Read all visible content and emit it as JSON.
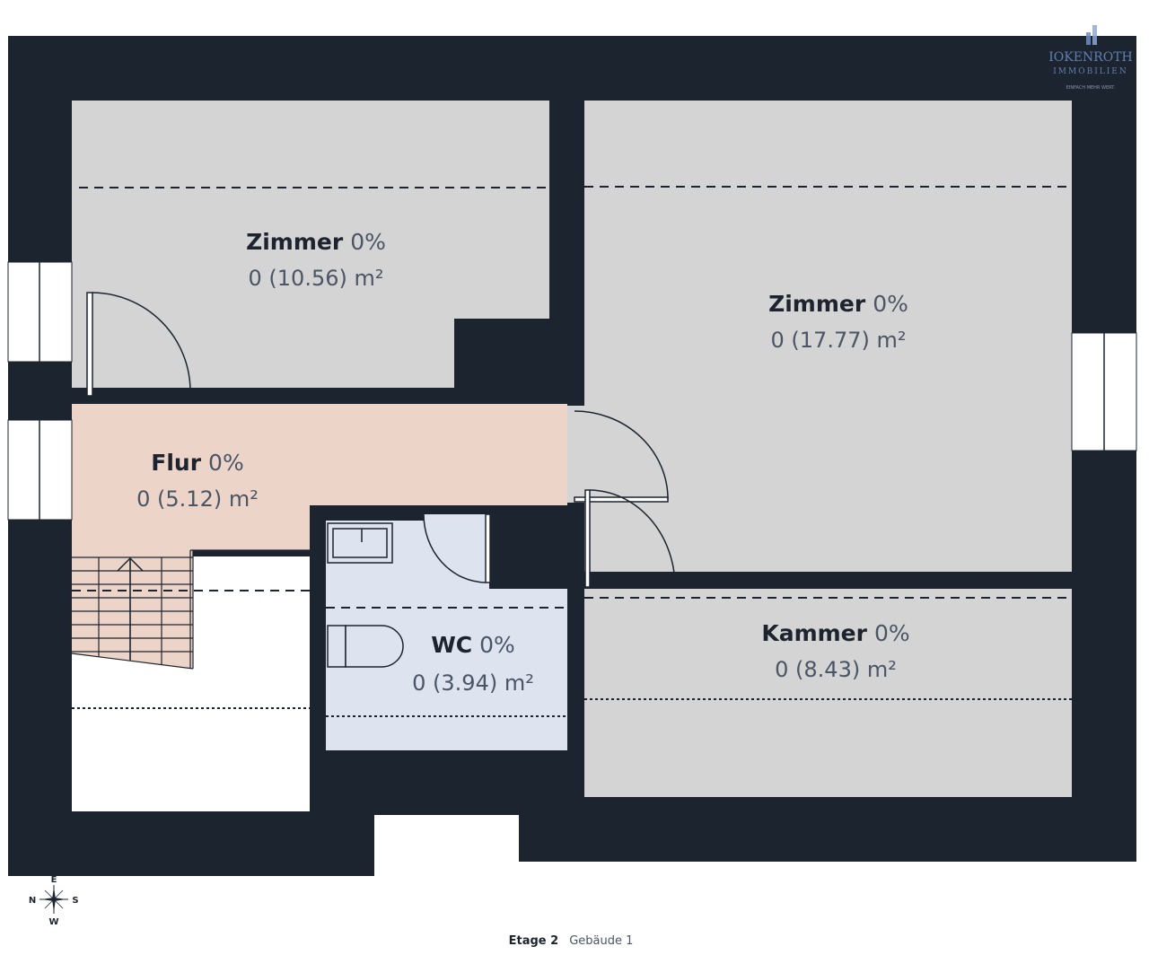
{
  "rooms": {
    "zimmer_left": {
      "name": "Zimmer",
      "percent": "0%",
      "area": "0 (10.56) m²",
      "fill": "#d4d4d4"
    },
    "zimmer_right": {
      "name": "Zimmer",
      "percent": "0%",
      "area": "0 (17.77) m²",
      "fill": "#d4d4d4"
    },
    "flur": {
      "name": "Flur",
      "percent": "0%",
      "area": "0 (5.12) m²",
      "fill": "#ecd5c8"
    },
    "wc": {
      "name": "WC",
      "percent": "0%",
      "area": "0 (3.94) m²",
      "fill": "#dde3ef"
    },
    "kammer": {
      "name": "Kammer",
      "percent": "0%",
      "area": "0 (8.43) m²",
      "fill": "#d4d4d4"
    }
  },
  "compass": {
    "north": "N",
    "east": "E",
    "south": "S",
    "west": "W"
  },
  "footer": {
    "floor": "Etage 2",
    "building": "Gebäude 1"
  },
  "logo": {
    "name": "IOKENROTH",
    "sub": "IMMOBILIEN",
    "tagline": "EINFACH MEHR WERT."
  },
  "colors": {
    "wall": "#1c2430",
    "room_grey": "#d4d4d4",
    "hall": "#ecd5c8",
    "wc": "#dde3ef"
  },
  "icons": [
    "compass-rose-icon",
    "stair-direction-arrow-icon",
    "toilet-icon",
    "sink-icon",
    "door-swing-icon",
    "logo-emblem-icon"
  ]
}
